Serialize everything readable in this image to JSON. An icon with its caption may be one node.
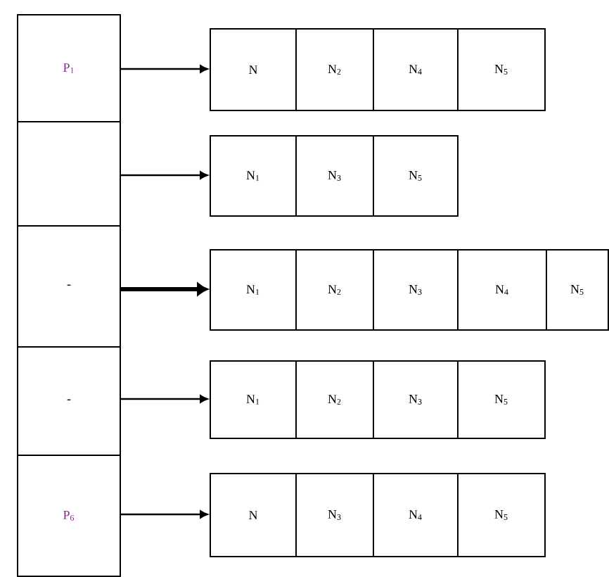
{
  "diagram": {
    "nodes": [
      {
        "text": [
          "P$_{1}$"
        ]
      },
      {
        "text": [],
        "shape": "box"
      },
      {
        "text": [
          "-"
        ]
      },
      {
        "text": [
          "-"
        ]
      },
      {
        "text": [
          "P$_{6}$"
        ]
      },
      {
        "text": [
          "N"
        ]
      },
      {
        "text": [
          "N$_{2}$"
        ]
      },
      {
        "text": [
          "N$_{4}$"
        ]
      },
      {
        "text": [
          "N$_{5}$"
        ]
      },
      {
        "text": [
          "N$_{1}$"
        ]
      },
      {
        "text": [
          "N$_{3}$"
        ]
      },
      {
        "text": [
          "N$_{5}$"
        ]
      },
      {
        "text": [
          "N$_{1}$"
        ]
      },
      {
        "text": [
          "N$_{2}$"
        ]
      },
      {
        "text": [
          "N$_{3}$"
        ]
      },
      {
        "text": [
          "N$_{4}$"
        ]
      },
      {
        "text": [
          "N$_{5}$"
        ]
      },
      {
        "text": [
          "N$_{1}$"
        ]
      },
      {
        "text": [
          "N$_{2}$"
        ]
      },
      {
        "text": [
          "N$_{3}$"
        ]
      },
      {
        "text": [
          "N$_{5}$"
        ]
      },
      {
        "text": [
          "N"
        ]
      },
      {
        "text": [
          "N$_{3}$"
        ]
      },
      {
        "text": [
          "N$_{4}$"
        ]
      },
      {
        "text": [
          "N$_{5}$"
        ]
      }
    ],
    "edges": [
      {
        "from": 0,
        "to": 5,
        "arrow": "to"
      },
      {
        "from": 1,
        "to": 9,
        "arrow": "to"
      },
      {
        "from": 2,
        "to": 12,
        "arrow": "to",
        "style": "thick"
      },
      {
        "from": 3,
        "to": 17,
        "arrow": "to"
      },
      {
        "from": 4,
        "to": 21,
        "arrow": "to"
      }
    ]
  }
}
